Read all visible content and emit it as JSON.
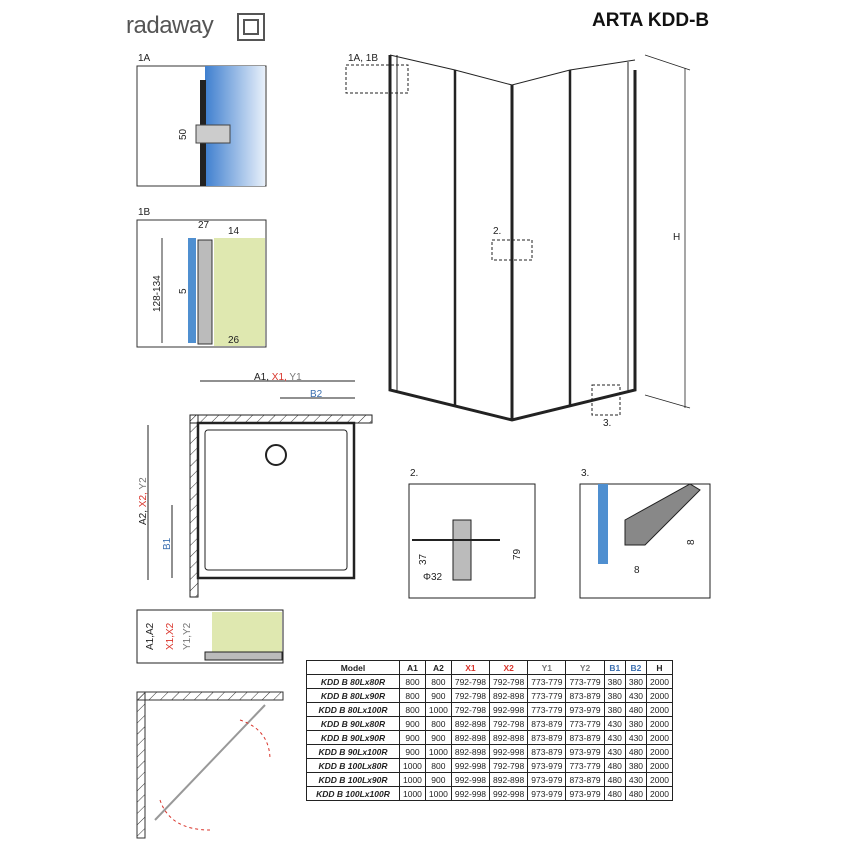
{
  "brand": "radaway",
  "title": "ARTA KDD-B",
  "details": {
    "d1a": {
      "label": "1A",
      "dim": "50"
    },
    "d1b": {
      "label": "1B",
      "dim_top1": "27",
      "dim_top2": "14",
      "dim_height": "128-134",
      "dim_small": "5",
      "dim_bottom": "26"
    },
    "main_callout": "1A, 1B",
    "callout2": "2.",
    "callout3": "3.",
    "height_label": "H",
    "d2": {
      "label": "2.",
      "dim1": "37",
      "dim2": "79",
      "dim3": "Φ32"
    },
    "d3": {
      "label": "3.",
      "dim1": "8",
      "dim2": "8"
    }
  },
  "plan": {
    "a1": "A1,",
    "x1": "X1,",
    "y1": "Y1",
    "b2": "B2",
    "a2": "A2,",
    "x2": "X2,",
    "y2": "Y2",
    "b1": "B1"
  },
  "side": {
    "a": "A1,A2",
    "x": "X1,X2",
    "y": "Y1,Y2"
  },
  "colors": {
    "red": "#d9342b",
    "blue": "#3b6fb0",
    "grey": "#777777",
    "glass": "#4f8fd0",
    "wall": "#dfe8b0"
  },
  "table": {
    "headers": [
      "Model",
      "A1",
      "A2",
      "X1",
      "X2",
      "Y1",
      "Y2",
      "B1",
      "B2",
      "H"
    ],
    "rows": [
      [
        "KDD B 80Lx80R",
        "800",
        "800",
        "792-798",
        "792-798",
        "773-779",
        "773-779",
        "380",
        "380",
        "2000"
      ],
      [
        "KDD B 80Lx90R",
        "800",
        "900",
        "792-798",
        "892-898",
        "773-779",
        "873-879",
        "380",
        "430",
        "2000"
      ],
      [
        "KDD B 80Lx100R",
        "800",
        "1000",
        "792-798",
        "992-998",
        "773-779",
        "973-979",
        "380",
        "480",
        "2000"
      ],
      [
        "KDD B 90Lx80R",
        "900",
        "800",
        "892-898",
        "792-798",
        "873-879",
        "773-779",
        "430",
        "380",
        "2000"
      ],
      [
        "KDD B 90Lx90R",
        "900",
        "900",
        "892-898",
        "892-898",
        "873-879",
        "873-879",
        "430",
        "430",
        "2000"
      ],
      [
        "KDD B 90Lx100R",
        "900",
        "1000",
        "892-898",
        "992-998",
        "873-879",
        "973-979",
        "430",
        "480",
        "2000"
      ],
      [
        "KDD B 100Lx80R",
        "1000",
        "800",
        "992-998",
        "792-798",
        "973-979",
        "773-779",
        "480",
        "380",
        "2000"
      ],
      [
        "KDD B 100Lx90R",
        "1000",
        "900",
        "992-998",
        "892-898",
        "973-979",
        "873-879",
        "480",
        "430",
        "2000"
      ],
      [
        "KDD B 100Lx100R",
        "1000",
        "1000",
        "992-998",
        "992-998",
        "973-979",
        "973-979",
        "480",
        "480",
        "2000"
      ]
    ]
  }
}
